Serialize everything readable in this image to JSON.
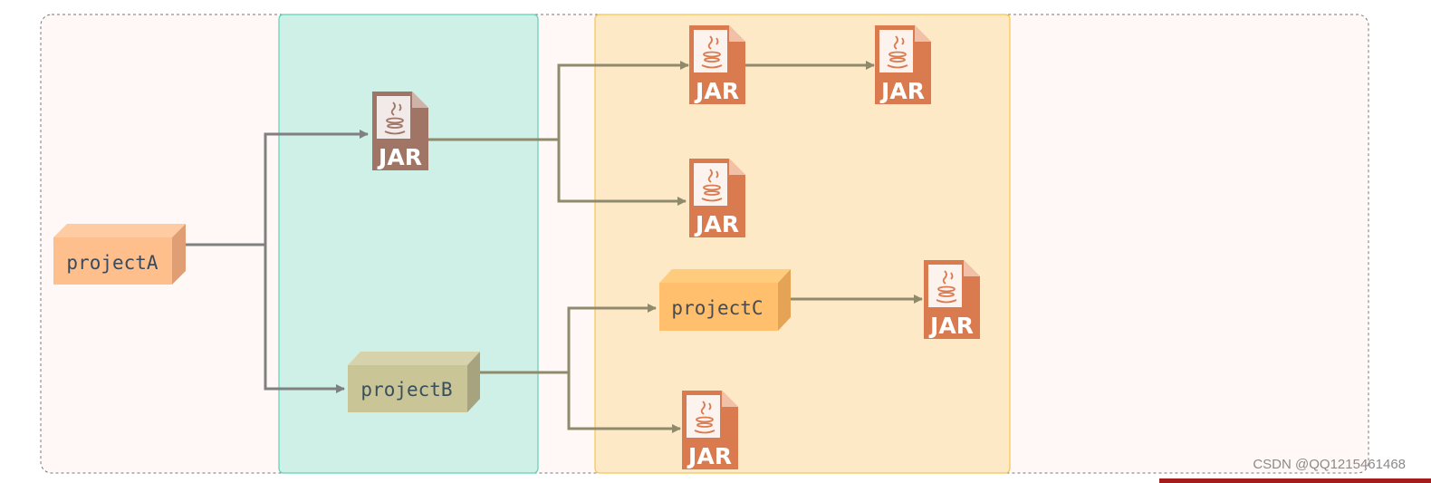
{
  "nodes": {
    "projectA": "projectA",
    "projectB": "projectB",
    "projectC": "projectC"
  },
  "jar_label": "JAR",
  "watermark": "CSDN @QQ1215461468",
  "colors": {
    "outer_bg": "#fff8f6",
    "panel_green": "#cef0e6",
    "panel_green_border": "#5fd2b4",
    "panel_yellow": "#fee9c6",
    "panel_yellow_border": "#f4c64f",
    "jar_brown": "#a17565",
    "jar_orange": "#d97a4f",
    "arrow_gray": "#808080",
    "arrow_olive": "#8f8a6c"
  },
  "icons": [
    "java-jar-icon"
  ]
}
